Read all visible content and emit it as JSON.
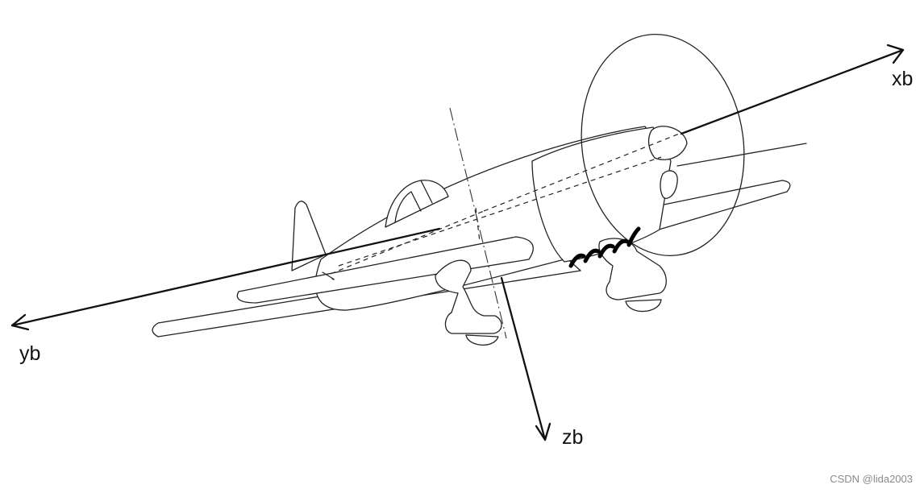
{
  "axes": {
    "x_label": "xb",
    "y_label": "yb",
    "z_label": "zb"
  },
  "watermark": "CSDN @lida2003",
  "colors": {
    "line": "#222222",
    "background": "#ffffff",
    "watermark": "#8a8a8a"
  },
  "icons": {
    "aircraft": "airplane-line-drawing"
  }
}
